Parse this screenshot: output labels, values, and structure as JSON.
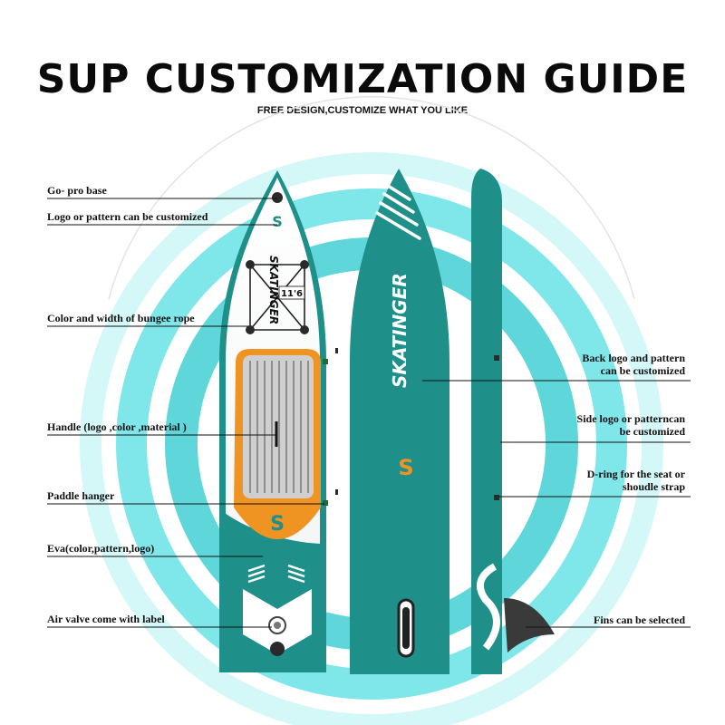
{
  "title": "SUP CUSTOMIZATION GUIDE",
  "subtitle": "FREE DESIGN,CUSTOMIZE WHAT YOU LIKE",
  "brand": "SKATINGER",
  "board_size": "11'6",
  "colors": {
    "teal": "#1f8f8a",
    "orange": "#ef9423",
    "deck_grey": "#c9c9c9",
    "ring": "#7fe6ea"
  },
  "left_labels": [
    {
      "text": "Go- pro base"
    },
    {
      "text": "Logo or pattern can be customized"
    },
    {
      "text": "Color and width of bungee rope"
    },
    {
      "text": "Handle (logo ,color ,material )"
    },
    {
      "text": "Paddle hanger"
    },
    {
      "text": "Eva(color,pattern,logo)"
    },
    {
      "text": "Air valve come with label"
    }
  ],
  "right_labels": [
    {
      "line1": "Back logo and pattern",
      "line2": "can be customized"
    },
    {
      "line1": "Side logo or patterncan",
      "line2": "be customized"
    },
    {
      "line1": "D-ring for the seat or",
      "line2": "shoudle strap"
    },
    {
      "line1": "Fins can  be selected",
      "line2": ""
    }
  ]
}
